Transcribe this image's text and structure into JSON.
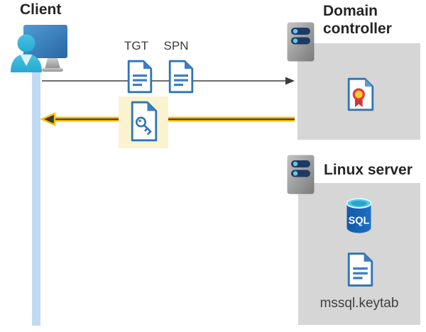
{
  "client": {
    "label": "Client",
    "icons": [
      "user-icon",
      "monitor-icon",
      "lifeline-bar"
    ]
  },
  "flow": {
    "tgt_label": "TGT",
    "spn_label": "SPN",
    "request_icons": [
      "tgt-document-icon",
      "spn-document-icon"
    ],
    "response_icon": "key-document-icon",
    "colors": {
      "request_arrow": "#595959",
      "request_arrowhead": "#3b3b3b",
      "response_arrow_gold": "#ffc000",
      "response_arrow_core": "#404040",
      "response_highlight": "#faf3cf"
    }
  },
  "domain_controller": {
    "label": "Domain controller",
    "icons": [
      "server-icon",
      "certificate-icon"
    ]
  },
  "linux_server": {
    "label": "Linux server",
    "sql_badge": "SQL",
    "keytab_filename": "mssql.keytab",
    "icons": [
      "server-icon",
      "sql-database-icon",
      "keytab-document-icon"
    ]
  },
  "colors": {
    "section_box": "#d6d6d6",
    "document_blue": "#2e75b6",
    "document_fill_blue": "#3e7cc1",
    "lifeline": "#c1daf4",
    "person_cyan": "#35b7dc",
    "server_bar_navy": "#1e3a66",
    "sql_blue": "#1464b4",
    "certificate_red": "#d93a3a",
    "certificate_gold": "#ffcc2a"
  }
}
